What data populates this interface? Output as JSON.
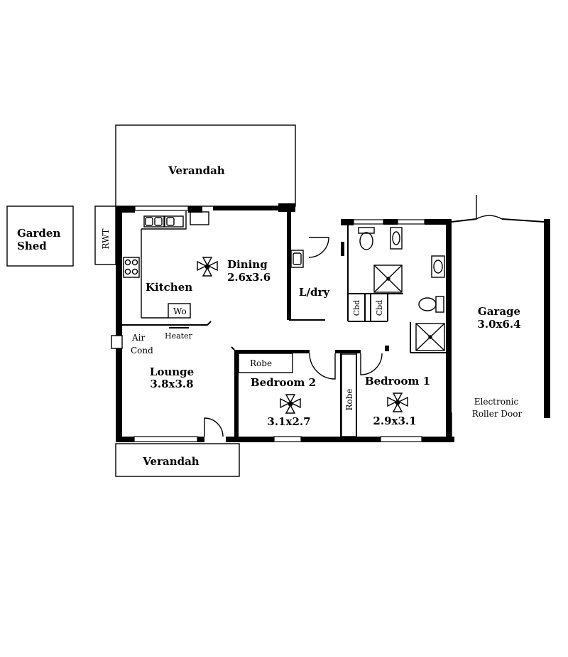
{
  "plan": {
    "rooms": {
      "verandah_top": "Verandah",
      "verandah_bottom": "Verandah",
      "garden_shed_line1": "Garden",
      "garden_shed_line2": "Shed",
      "rwt": "RWT",
      "kitchen": "Kitchen",
      "dining": "Dining",
      "dining_size": "2.6x3.6",
      "laundry": "L/dry",
      "wo": "Wo",
      "heater": "Heater",
      "air_cond_line1": "Air",
      "air_cond_line2": "Cond",
      "lounge": "Lounge",
      "lounge_size": "3.8x3.8",
      "robe_bed2": "Robe",
      "bedroom2": "Bedroom 2",
      "bedroom2_size": "3.1x2.7",
      "robe_bed1": "Robe",
      "bedroom1": "Bedroom 1",
      "bedroom1_size": "2.9x3.1",
      "cbd1": "Cbd",
      "cbd2": "Cbd",
      "garage": "Garage",
      "garage_size": "3.0x6.4",
      "roller_door_line1": "Electronic",
      "roller_door_line2": "Roller Door"
    }
  }
}
